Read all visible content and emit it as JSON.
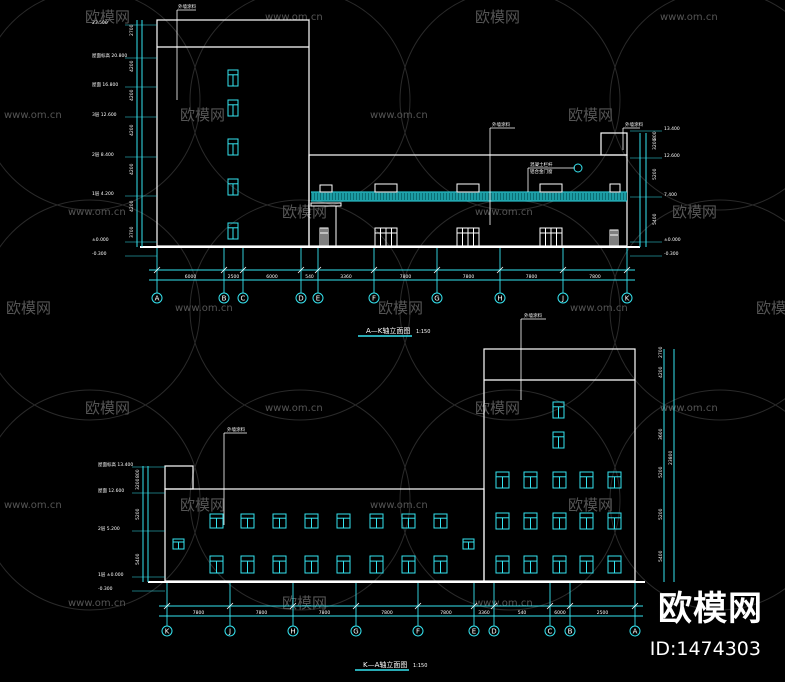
{
  "watermark": {
    "logo": "欧模网",
    "site": "www.om.cn",
    "site_short": "www.om.cn"
  },
  "brand": {
    "logo": "欧模网",
    "id": "ID:1474303"
  },
  "top": {
    "title": "A—K轴立面图",
    "scale": "1:150",
    "axes": [
      "A",
      "B",
      "C",
      "D",
      "E",
      "F",
      "G",
      "H",
      "J",
      "K"
    ],
    "spans": [
      "6000",
      "2500",
      "6000",
      "540",
      "3360",
      "7800",
      "7800",
      "7800",
      "7800",
      "7800"
    ],
    "left_levels": [
      "23.500",
      "屋面标高 20.800",
      "屋面 16.800",
      "3层 12.600",
      "2层 8.400",
      "1层 4.200",
      "±0.000",
      "-0.300"
    ],
    "left_dims": [
      "2700",
      "4200",
      "4200",
      "4200",
      "4200",
      "4200",
      "3700"
    ],
    "right_levels": [
      "13.400",
      "12.600",
      "7.400",
      "±0.000",
      "-0.300"
    ],
    "right_dims": [
      "800",
      "3200",
      "5200",
      "5400"
    ],
    "callouts": [
      "外墙涂料",
      "外墙涂料",
      "外墙涂料",
      "混凝土栏杆",
      "铝合金门窗"
    ]
  },
  "bottom": {
    "title": "K—A轴立面图",
    "scale": "1:150",
    "axes": [
      "K",
      "J",
      "H",
      "G",
      "F",
      "E",
      "D",
      "C",
      "B",
      "A"
    ],
    "spans": [
      "7800",
      "7800",
      "7800",
      "7800",
      "7800",
      "3360",
      "540",
      "6000",
      "2500",
      "6000"
    ],
    "left_levels": [
      "屋面标高 13.400",
      "屋面 12.600",
      "2层 5.200",
      "1层 ±0.000",
      "-0.300"
    ],
    "left_dims": [
      "800",
      "3200",
      "5200",
      "5400"
    ],
    "right_dims": [
      "2700",
      "4200",
      "3600",
      "5200",
      "5200",
      "5400",
      "23800"
    ],
    "callouts": [
      "外墙涂料",
      "外墙涂料"
    ]
  }
}
